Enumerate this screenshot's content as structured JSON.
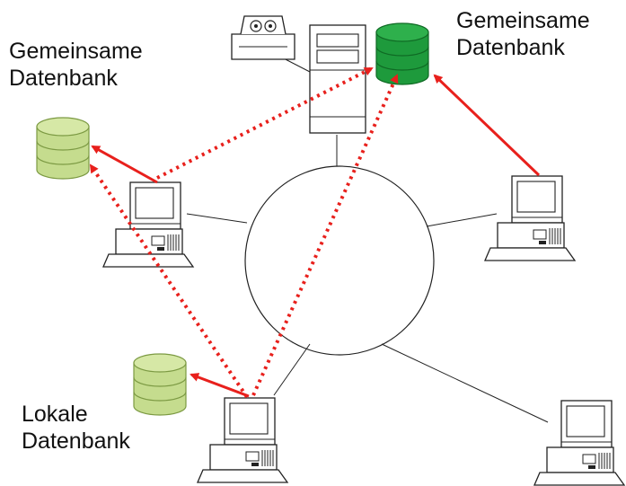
{
  "labels": {
    "shared_db_top_right": {
      "line1": "Gemeinsame",
      "line2": "Datenbank"
    },
    "shared_db_top_left": {
      "line1": "Gemeinsame",
      "line2": "Datenbank"
    },
    "local_db": {
      "line1": "Lokale",
      "line2": "Datenbank"
    }
  },
  "colors": {
    "shared_db_dark": "#1e9a3c",
    "shared_db_light": "#c5dc8e",
    "arrow": "#e8201c",
    "line": "#222222"
  },
  "icons": [
    "workstation-icon",
    "server-tower-icon",
    "tape-drive-icon",
    "database-icon"
  ]
}
